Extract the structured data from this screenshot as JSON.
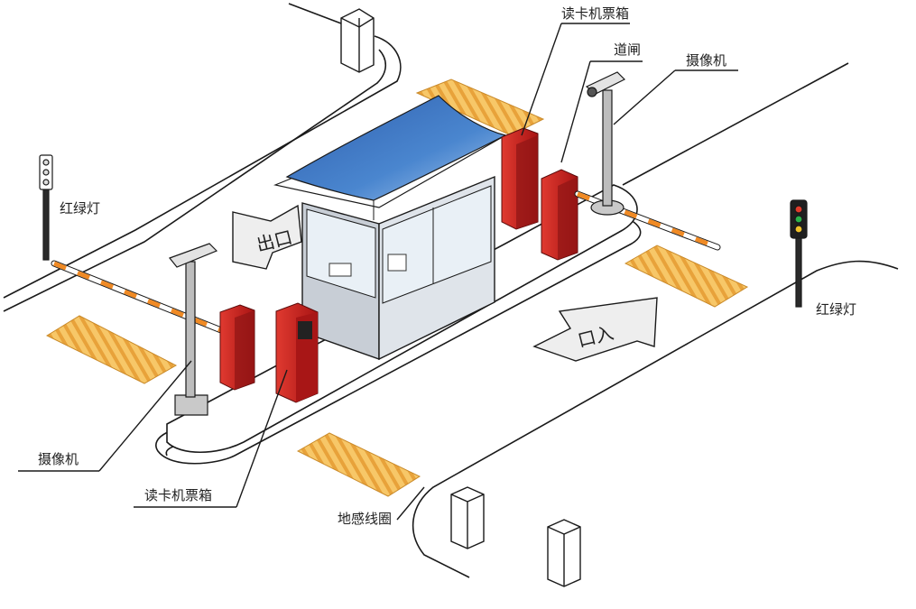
{
  "labels": {
    "card_reader_top": "读卡机票箱",
    "barrier_gate": "道闸",
    "camera_top": "摄像机",
    "traffic_light_left": "红绿灯",
    "traffic_light_right": "红绿灯",
    "camera_bottom": "摄像机",
    "card_reader_bottom": "读卡机票箱",
    "loop_detector": "地感线圈"
  },
  "arrows": {
    "exit": "出口",
    "entry": "口入"
  },
  "colors": {
    "roof": "#3d74c2",
    "roof_light": "#9cc0ea",
    "booth_wall": "#d6dce3",
    "glass": "#dce9f3",
    "machine_red": "#c8201e",
    "machine_dark": "#7a1010",
    "boom_stripe": "#f08a24",
    "loop_pad": "#f3b94c",
    "line": "#1a1a1a"
  }
}
